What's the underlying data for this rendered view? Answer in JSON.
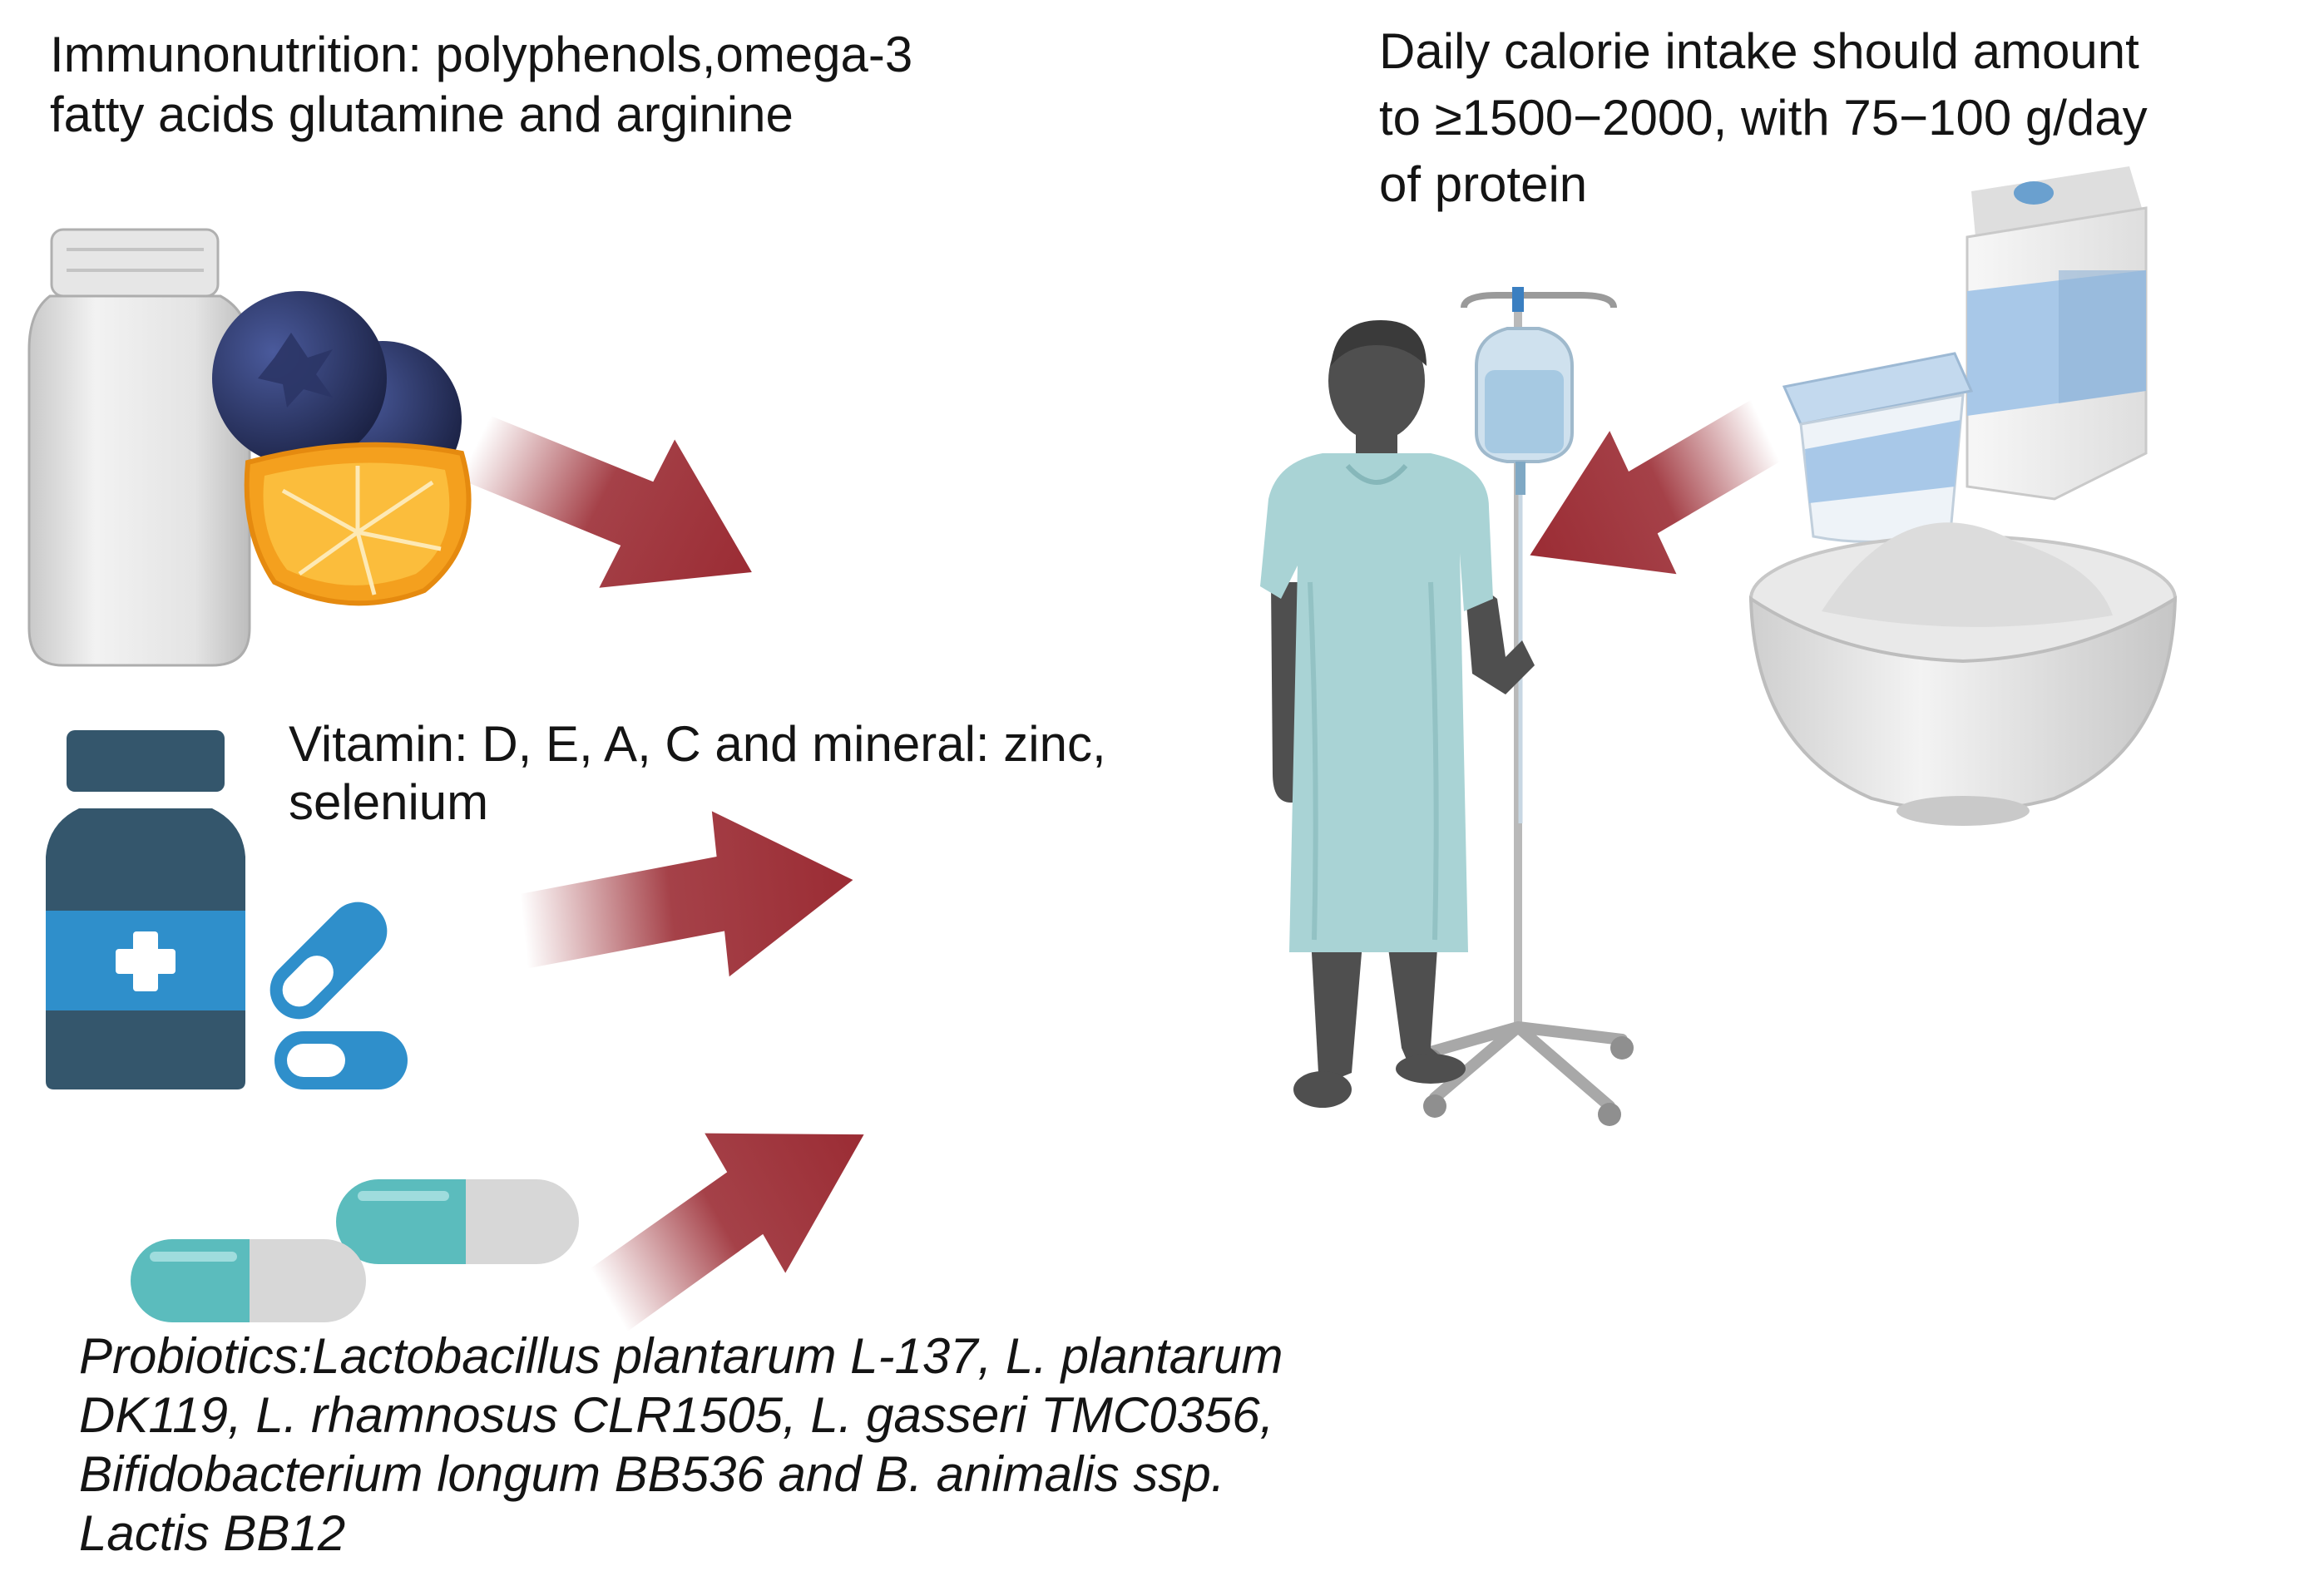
{
  "captions": {
    "immunonutrition": {
      "lines": [
        "Immunonutrition: polyphenols,omega-3",
        "fatty acids glutamine and arginine"
      ]
    },
    "calories": {
      "lines": [
        "Daily calorie intake should amount",
        "to ≥1500−2000, with 75−100 g/day",
        "of protein"
      ]
    },
    "vitamins": {
      "lines": [
        "Vitamin: D, E, A, C and mineral: zinc,",
        "selenium"
      ]
    },
    "probiotics": {
      "lines": [
        "Probiotics:Lactobacillus plantarum L-137, L. plantarum",
        "DK119, L. rhamnosus CLR1505, L. gasseri TMC0356,",
        "Bifidobacterium longum BB536 and B. animalis ssp.",
        "Lactis BB12"
      ]
    }
  },
  "icons": [
    "supplement-bottle-icon",
    "blueberries-icon",
    "orange-slice-icon",
    "medicine-bottle-icon",
    "pill-capsule-icon",
    "probiotic-capsule-icon",
    "patient-icon",
    "iv-drip-stand-icon",
    "milk-carton-icon",
    "yogurt-cup-icon",
    "powder-bowl-icon"
  ],
  "colors": {
    "arrow": "#9b2c34",
    "gown": "#a9d3d5",
    "patient_skin": "#4f4f4f",
    "medicine_blue": "#2f8fcb",
    "medicine_dark": "#34566c",
    "capsule_teal": "#5bbcbd",
    "milk_blue": "#a8c8e8"
  }
}
